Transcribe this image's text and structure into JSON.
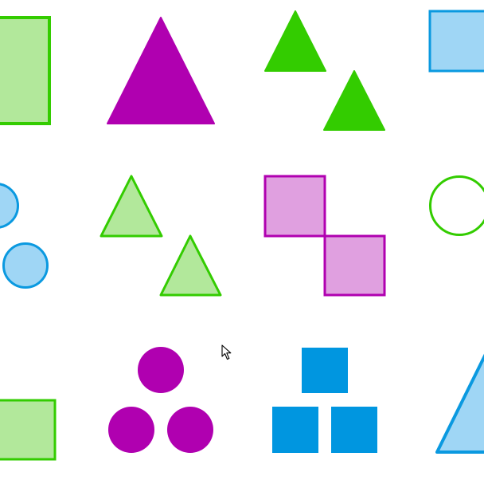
{
  "colors": {
    "green_fill": "#b2e89b",
    "green_stroke": "#33cc00",
    "green_solid": "#33cc00",
    "purple_solid": "#b000b0",
    "pink_fill": "#e0a0e0",
    "purple_stroke": "#b000b0",
    "blue_fill": "#9fd6f5",
    "blue_stroke": "#0a99e0",
    "blue_solid": "#0096e0",
    "background": "#ffffff"
  },
  "grid": {
    "rows": 3,
    "columns": 4,
    "cells": [
      {
        "row": 1,
        "col": 1,
        "shape": "rectangle",
        "count": 1,
        "style": "light-green fill, green outline"
      },
      {
        "row": 1,
        "col": 2,
        "shape": "triangle",
        "count": 1,
        "style": "solid purple"
      },
      {
        "row": 1,
        "col": 3,
        "shape": "triangle",
        "count": 2,
        "style": "solid green"
      },
      {
        "row": 1,
        "col": 4,
        "shape": "square",
        "count": 1,
        "style": "light-blue fill, blue outline"
      },
      {
        "row": 2,
        "col": 1,
        "shape": "circle",
        "count": 2,
        "style": "light-blue fill, blue outline"
      },
      {
        "row": 2,
        "col": 2,
        "shape": "triangle",
        "count": 2,
        "style": "light-green fill, green outline"
      },
      {
        "row": 2,
        "col": 3,
        "shape": "square",
        "count": 2,
        "style": "pink fill, purple outline"
      },
      {
        "row": 2,
        "col": 4,
        "shape": "circle",
        "count": 1,
        "style": "outline only, green"
      },
      {
        "row": 3,
        "col": 1,
        "shape": "square",
        "count": 1,
        "style": "light-green fill, green outline"
      },
      {
        "row": 3,
        "col": 2,
        "shape": "circle",
        "count": 3,
        "style": "solid purple"
      },
      {
        "row": 3,
        "col": 3,
        "shape": "square",
        "count": 3,
        "style": "solid blue"
      },
      {
        "row": 3,
        "col": 4,
        "shape": "triangle",
        "count": 1,
        "style": "light-blue fill, blue outline"
      }
    ]
  },
  "cursor": {
    "icon": "mouse-pointer-icon"
  }
}
